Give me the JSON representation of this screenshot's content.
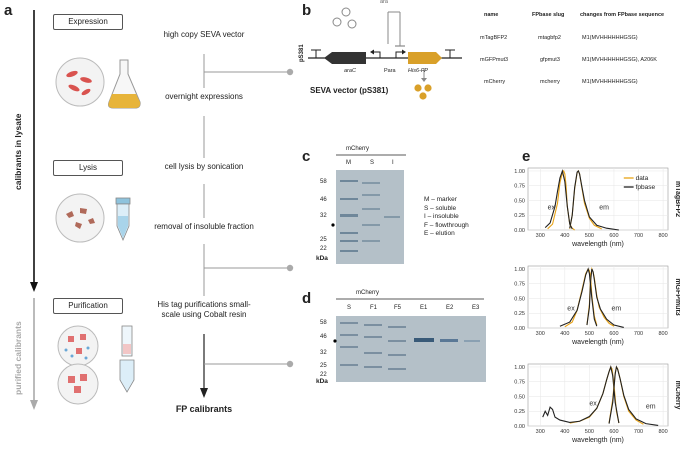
{
  "panel_a": {
    "letter": "a",
    "stages": [
      {
        "label": "Expression",
        "icon": "flask-with-bacteria-icon"
      },
      {
        "label": "Lysis",
        "icon": "lysis-tube-icon"
      },
      {
        "label": "Purification",
        "icon": "purification-column-icon"
      }
    ],
    "steps": [
      "high copy SEVA vector",
      "overnight expressions",
      "cell lysis by sonication",
      "removal of insoluble fraction",
      "His tag purifications small-scale using Cobalt resin"
    ],
    "result": "FP calibrants",
    "side_labels": {
      "lysate": "calibrants in lysate",
      "purified": "purified calibrants"
    },
    "colors": {
      "lysate_arrow": "#111111",
      "purified_arrow": "#aaaaaa"
    }
  },
  "panel_b": {
    "letter": "b",
    "plasmid_label": "pS381",
    "inducer": "ara",
    "genes": {
      "araC": "araC",
      "promoter": "Para",
      "fp": "His6-FP"
    },
    "vector_label": "SEVA vector (pS381)",
    "table": {
      "headers": [
        "name",
        "FPbase slug",
        "changes from FPbase sequence"
      ],
      "rows": [
        [
          "mTagBFP2",
          "mtagbfp2",
          "M1(MVHHHHHHGSG)"
        ],
        [
          "mGFPmut3",
          "gfpmut3",
          "M1(MVHHHHHHGSG), A206K"
        ],
        [
          "mCherry",
          "mcherry",
          "M1(MVHHHHHHGSG)"
        ]
      ]
    },
    "colors": {
      "fp_gene": "#d9a029",
      "araC_gene": "#333333",
      "protein": "#d9a029"
    }
  },
  "panel_c": {
    "letter": "c",
    "title": "mCherry",
    "lanes": [
      "M",
      "S",
      "I"
    ],
    "markers": [
      "58",
      "46",
      "32",
      "25",
      "22"
    ],
    "unit": "kDa",
    "legend": [
      "M – marker",
      "S – soluble",
      "I – insoluble",
      "F – flowthrough",
      "E – elution"
    ]
  },
  "panel_d": {
    "letter": "d",
    "title": "mCherry",
    "lanes": [
      "S",
      "F1",
      "F5",
      "E1",
      "E2",
      "E3"
    ],
    "markers": [
      "58",
      "46",
      "32",
      "25",
      "22"
    ],
    "unit": "kDa"
  },
  "panel_e": {
    "letter": "e",
    "legend": [
      {
        "name": "data",
        "color": "#e8a317"
      },
      {
        "name": "fpbase",
        "color": "#222222"
      }
    ],
    "x_label": "wavelength (nm)",
    "x_ticks": [
      "300",
      "400",
      "500",
      "600",
      "700",
      "800"
    ],
    "y_ticks": [
      "0.00",
      "0.25",
      "0.50",
      "0.75",
      "1.00"
    ],
    "spectrum_labels": {
      "ex": "ex",
      "em": "em"
    },
    "rows": [
      "mTagBFP2",
      "mGFPmut3",
      "mCherry"
    ]
  },
  "chart_data": [
    {
      "type": "line",
      "row_label": "mTagBFP2",
      "xlabel": "wavelength (nm)",
      "ylabel": "",
      "xlim": [
        250,
        820
      ],
      "ylim": [
        0,
        1.05
      ],
      "series": [
        {
          "name": "data",
          "x": [
            330,
            350,
            370,
            380,
            390,
            395,
            400,
            405,
            410,
            420,
            430,
            440
          ],
          "y": [
            0.02,
            0.1,
            0.45,
            0.8,
            0.97,
            1.0,
            0.95,
            0.75,
            0.4,
            0.1,
            0.03,
            0.0
          ]
        },
        {
          "name": "fpbase",
          "x": [
            320,
            340,
            360,
            370,
            380,
            390,
            400,
            410,
            420,
            430
          ],
          "y": [
            0.04,
            0.12,
            0.4,
            0.65,
            0.88,
            1.0,
            0.82,
            0.4,
            0.1,
            0.02
          ]
        },
        {
          "name": "data",
          "x": [
            420,
            430,
            440,
            450,
            455,
            460,
            470,
            480,
            500,
            520,
            550
          ],
          "y": [
            0.02,
            0.25,
            0.7,
            0.97,
            1.0,
            0.95,
            0.7,
            0.45,
            0.2,
            0.08,
            0.02
          ]
        },
        {
          "name": "fpbase",
          "x": [
            420,
            430,
            440,
            450,
            455,
            460,
            470,
            480,
            500,
            530,
            570,
            620
          ],
          "y": [
            0.03,
            0.25,
            0.72,
            0.98,
            1.0,
            0.95,
            0.72,
            0.5,
            0.22,
            0.08,
            0.03,
            0.0
          ]
        }
      ]
    },
    {
      "type": "line",
      "row_label": "mGFPmut3",
      "xlabel": "wavelength (nm)",
      "ylabel": "",
      "xlim": [
        250,
        820
      ],
      "ylim": [
        0,
        1.05
      ],
      "series": [
        {
          "name": "data",
          "x": [
            400,
            430,
            450,
            470,
            485,
            495,
            500,
            505,
            510,
            520,
            530
          ],
          "y": [
            0.02,
            0.1,
            0.3,
            0.65,
            0.92,
            1.0,
            0.97,
            0.85,
            0.55,
            0.2,
            0.05
          ]
        },
        {
          "name": "fpbase",
          "x": [
            380,
            420,
            450,
            470,
            485,
            495,
            500,
            510,
            520,
            530
          ],
          "y": [
            0.03,
            0.1,
            0.3,
            0.62,
            0.9,
            1.0,
            0.92,
            0.5,
            0.15,
            0.03
          ]
        },
        {
          "name": "data",
          "x": [
            490,
            500,
            505,
            510,
            515,
            520,
            530,
            540,
            560,
            580,
            600
          ],
          "y": [
            0.05,
            0.4,
            0.85,
            1.0,
            0.95,
            0.85,
            0.55,
            0.35,
            0.18,
            0.08,
            0.03
          ]
        },
        {
          "name": "fpbase",
          "x": [
            490,
            500,
            505,
            510,
            515,
            520,
            530,
            545,
            570,
            600,
            640
          ],
          "y": [
            0.05,
            0.35,
            0.8,
            1.0,
            0.95,
            0.82,
            0.52,
            0.32,
            0.15,
            0.05,
            0.01
          ]
        }
      ]
    },
    {
      "type": "line",
      "row_label": "mCherry",
      "xlabel": "wavelength (nm)",
      "ylabel": "",
      "xlim": [
        250,
        820
      ],
      "ylim": [
        0,
        1.05
      ],
      "series": [
        {
          "name": "data",
          "x": [
            420,
            460,
            500,
            530,
            555,
            570,
            580,
            587,
            592,
            600,
            610,
            620
          ],
          "y": [
            0.05,
            0.08,
            0.15,
            0.3,
            0.55,
            0.78,
            0.92,
            1.0,
            0.97,
            0.7,
            0.25,
            0.05
          ]
        },
        {
          "name": "fpbase",
          "x": [
            310,
            320,
            330,
            340,
            350,
            360,
            380,
            420,
            460,
            500,
            530,
            555,
            570,
            580,
            587,
            595,
            605,
            620
          ],
          "y": [
            0.15,
            0.25,
            0.18,
            0.32,
            0.28,
            0.15,
            0.1,
            0.06,
            0.08,
            0.16,
            0.3,
            0.55,
            0.78,
            0.92,
            1.0,
            0.85,
            0.4,
            0.05
          ]
        },
        {
          "name": "data",
          "x": [
            580,
            595,
            605,
            610,
            615,
            625,
            640,
            660,
            690,
            720
          ],
          "y": [
            0.05,
            0.45,
            0.9,
            1.0,
            0.97,
            0.8,
            0.5,
            0.25,
            0.1,
            0.03
          ]
        },
        {
          "name": "fpbase",
          "x": [
            580,
            595,
            605,
            610,
            615,
            625,
            640,
            660,
            690,
            730,
            780
          ],
          "y": [
            0.04,
            0.4,
            0.88,
            1.0,
            0.96,
            0.8,
            0.52,
            0.28,
            0.12,
            0.04,
            0.01
          ]
        }
      ]
    }
  ]
}
